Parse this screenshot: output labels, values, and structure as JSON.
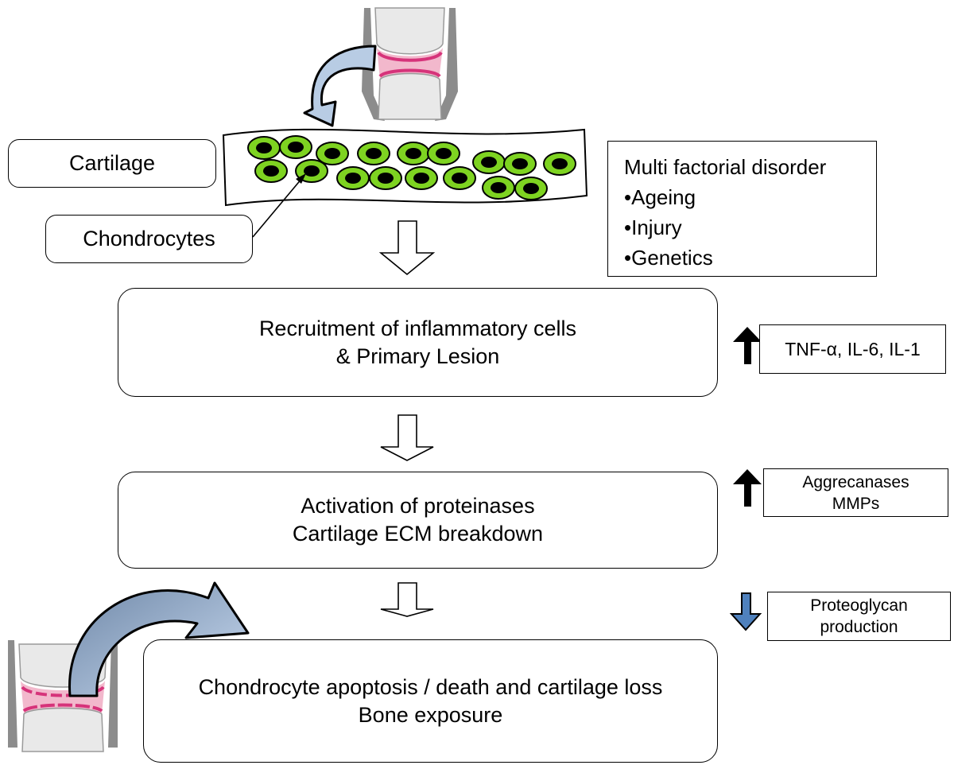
{
  "labels": {
    "cartilage": "Cartilage",
    "chondrocytes": "Chondrocytes"
  },
  "factors": {
    "title": "Multi factorial disorder",
    "items": [
      "•Ageing",
      "•Injury",
      "•Genetics"
    ]
  },
  "steps": [
    {
      "line1": "Recruitment of inflammatory cells",
      "line2": "& Primary Lesion"
    },
    {
      "line1": "Activation of  proteinases",
      "line2": "Cartilage ECM breakdown"
    },
    {
      "line1": "Chondrocyte apoptosis / death and cartilage loss",
      "line2": "Bone exposure"
    }
  ],
  "markers": [
    {
      "direction": "up",
      "color": "#000000",
      "lines": [
        "TNF-α, IL-6, IL-1"
      ]
    },
    {
      "direction": "up",
      "color": "#000000",
      "lines": [
        "Aggrecanases",
        "MMPs"
      ]
    },
    {
      "direction": "down",
      "color": "#4f81bd",
      "lines": [
        "Proteoglycan",
        "production"
      ]
    }
  ],
  "colors": {
    "chondrocyte_fill": "#7ed321",
    "nucleus": "#000000",
    "cartilage_pink": "#f2b8cc",
    "cartilage_magenta": "#d6337a",
    "bone_gray": "#8c8c8c",
    "curved_arrow": "#b8cce4"
  }
}
